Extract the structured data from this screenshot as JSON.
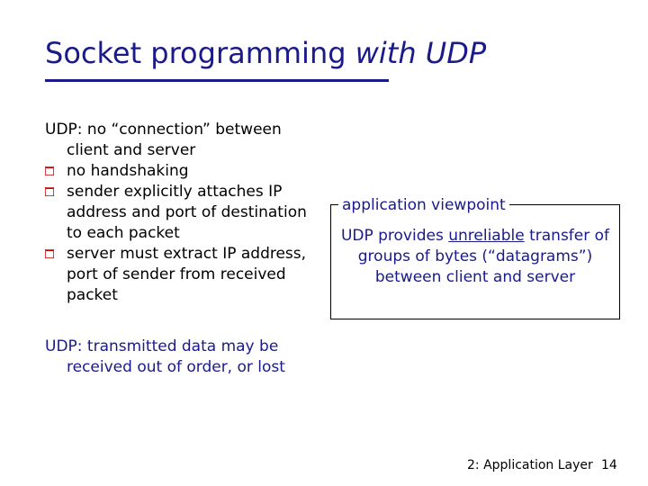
{
  "slide": {
    "title_main": "Socket programming ",
    "title_emphasis": "with UDP",
    "intro_label": "UDP: no “connection” between client and server",
    "bullets": [
      "no handshaking",
      "sender explicitly attaches IP address and port of destination to each packet",
      "server must extract IP address, port of sender from received packet"
    ],
    "reliability_note": "UDP: transmitted data may be received out of order, or lost",
    "viewpoint_title": "application viewpoint",
    "viewpoint_text_prefix": "UDP provides ",
    "viewpoint_text_emphasis": "unreliable",
    "viewpoint_text_suffix": " transfer of groups of bytes (“datagrams”) between client and server",
    "footer_label": "2: Application Layer",
    "page_number": "14"
  },
  "colors": {
    "title": "#1a1a8a",
    "bullet": "#c40000",
    "accent_text": "#1a1a8a"
  }
}
